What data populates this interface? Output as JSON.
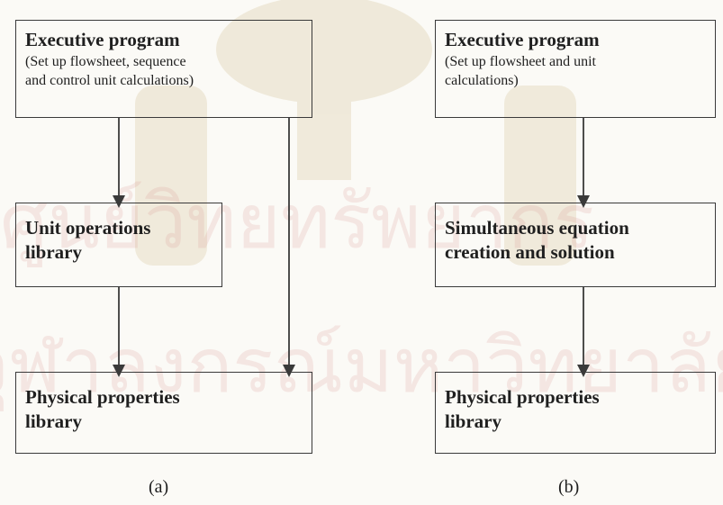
{
  "diagram_a": {
    "executive": {
      "title": "Executive program",
      "line1": "(Set up flowsheet, sequence",
      "line2": "and control unit calculations)"
    },
    "unit_ops": {
      "line1": "Unit operations",
      "line2": "library"
    },
    "physprops": {
      "line1": "Physical properties",
      "line2": "library"
    },
    "caption": "(a)"
  },
  "diagram_b": {
    "executive": {
      "title": "Executive program",
      "line1": "(Set up flowsheet and unit",
      "line2": "calculations)"
    },
    "simul": {
      "line1": "Simultaneous equation",
      "line2": "creation and solution"
    },
    "physprops": {
      "line1": "Physical properties",
      "line2": "library"
    },
    "caption": "(b)"
  },
  "colors": {
    "stroke": "#3a3a3a",
    "watermark": "#c9b27a",
    "watermark_text": "#d98e8e"
  },
  "watermark": {
    "line1": "ศูนย์วิทยทรัพยากร",
    "line2": "จุฬาลงกรณ์มหาวิทยาลัย"
  }
}
